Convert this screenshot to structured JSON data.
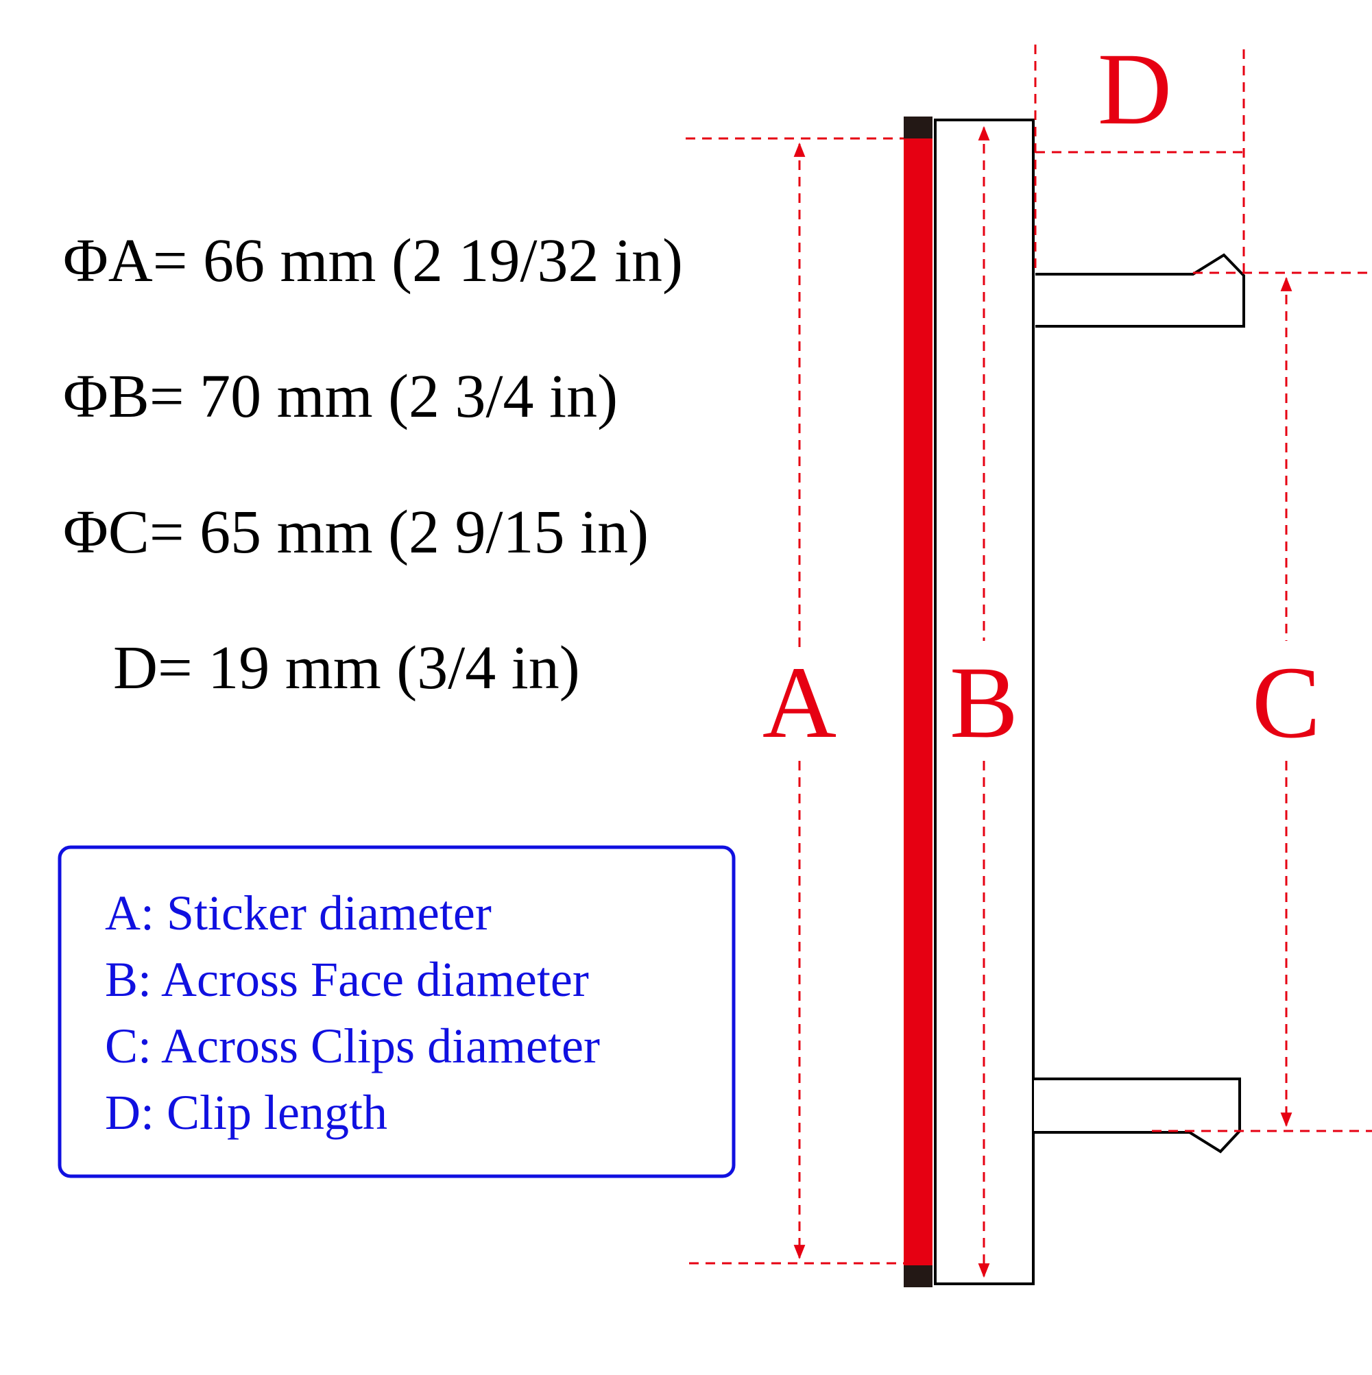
{
  "colors": {
    "dimension": "#e60012",
    "legend": "#1010e0",
    "outline": "#000000",
    "sticker": "#e60012",
    "sticker_cap": "#231815"
  },
  "specs": [
    {
      "text": "ΦA= 66 mm (2  19/32 in)"
    },
    {
      "text": "ΦB= 70 mm (2  3/4 in)"
    },
    {
      "text": "ΦC= 65 mm (2  9/15 in)"
    },
    {
      "text": "D= 19 mm (3/4 in)"
    }
  ],
  "legend": {
    "items": [
      {
        "text": "A: Sticker diameter"
      },
      {
        "text": "B: Across Face diameter"
      },
      {
        "text": "C: Across Clips diameter"
      },
      {
        "text": "D: Clip length"
      }
    ]
  },
  "dimensions": {
    "a_label": "A",
    "b_label": "B",
    "c_label": "C",
    "d_label": "D"
  }
}
